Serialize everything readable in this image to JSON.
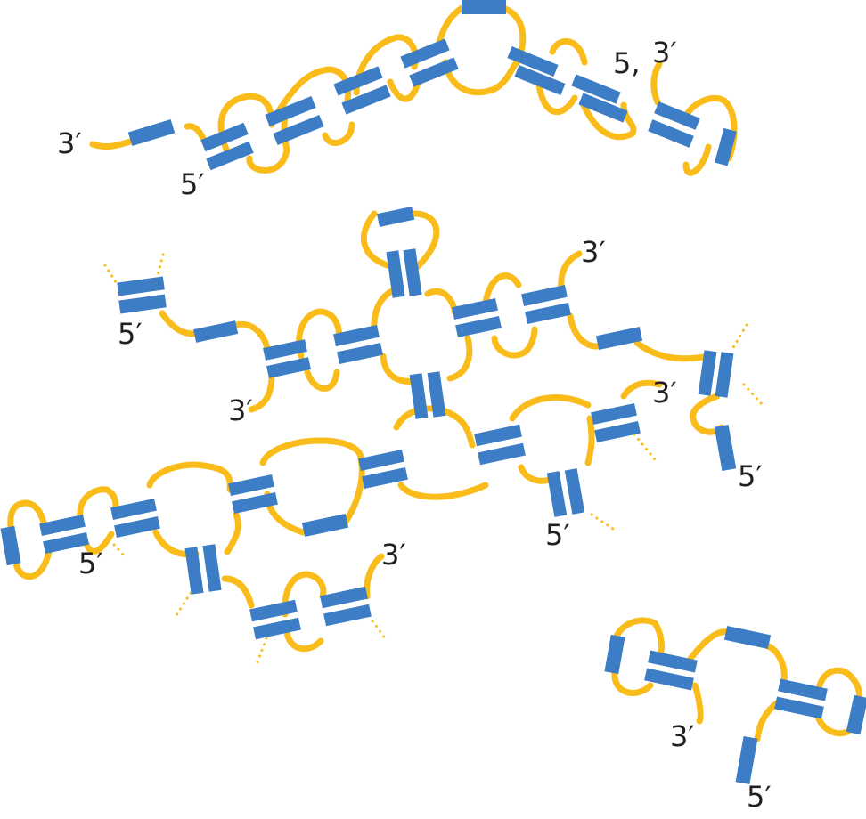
{
  "colors": {
    "strand": "#F9BC1A",
    "helix": "#3D7DC5",
    "label": "#231F20",
    "background": "#FFFFFF"
  },
  "labels": {
    "top_3a": "3′",
    "top_5a": "5′",
    "top_5b": "5,",
    "top_3b": "3′",
    "mid_5a": "5′",
    "mid_3a": "3′",
    "mid_3b": "3′",
    "mid_3c": "3′",
    "mid_5b": "5′",
    "low_5a": "5′",
    "low_5b": "5′",
    "low_3a": "3′",
    "br_3": "3′",
    "br_5": "5′"
  }
}
